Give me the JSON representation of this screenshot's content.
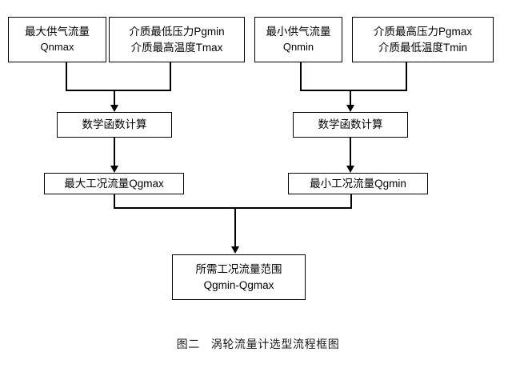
{
  "figure": {
    "caption_label": "图二",
    "caption_title": "涡轮流量计选型流程框图"
  },
  "nodes": {
    "max_supply_flow": {
      "line1": "最大供气流量",
      "line2": "Qnmax"
    },
    "medium_min_pressure_max_temp": {
      "line1": "介质最低压力Pgmin",
      "line2": "介质最高温度Tmax"
    },
    "min_supply_flow": {
      "line1": "最小供气流量",
      "line2": "Qnmin"
    },
    "medium_max_pressure_min_temp": {
      "line1": "介质最高压力Pgmax",
      "line2": "介质最低温度Tmin"
    },
    "math_function_left": {
      "line1": "数学函数计算"
    },
    "math_function_right": {
      "line1": "数学函数计算"
    },
    "max_working_flow": {
      "line1": "最大工况流量Qgmax"
    },
    "min_working_flow": {
      "line1": "最小工况流量Qgmin"
    },
    "required_flow_range": {
      "line1": "所需工况流量范围",
      "line2": "Qgmin-Qgmax"
    }
  },
  "colors": {
    "stroke": "#000000",
    "background": "#ffffff",
    "text": "#000000"
  }
}
